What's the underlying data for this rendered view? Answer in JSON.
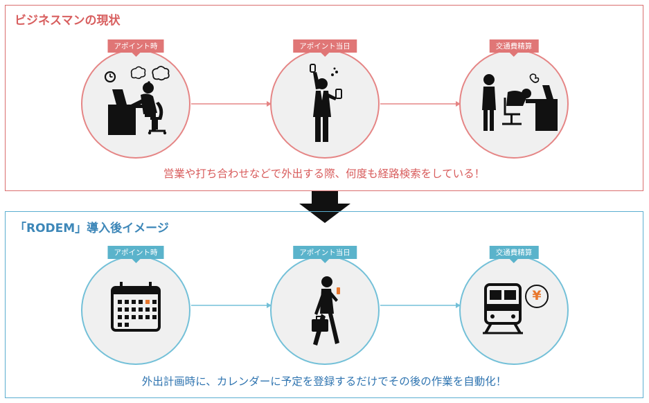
{
  "top_section": {
    "title": "ビジネスマンの現状",
    "steps": [
      {
        "label": "アポイント時"
      },
      {
        "label": "アポイント当日"
      },
      {
        "label": "交通費精算"
      }
    ],
    "caption": "営業や打ち合わせなどで外出する際、何度も経路検索をしている！",
    "accent_color": "#d96e6e"
  },
  "bottom_section": {
    "title": "「RODEM」導入後イメージ",
    "steps": [
      {
        "label": "アポイント時"
      },
      {
        "label": "アポイント当日"
      },
      {
        "label": "交通費精算"
      }
    ],
    "caption": "外出計画時に、カレンダーに予定を登録するだけでその後の作業を自動化！",
    "accent_color": "#5aaed0",
    "yen_symbol": "¥"
  }
}
